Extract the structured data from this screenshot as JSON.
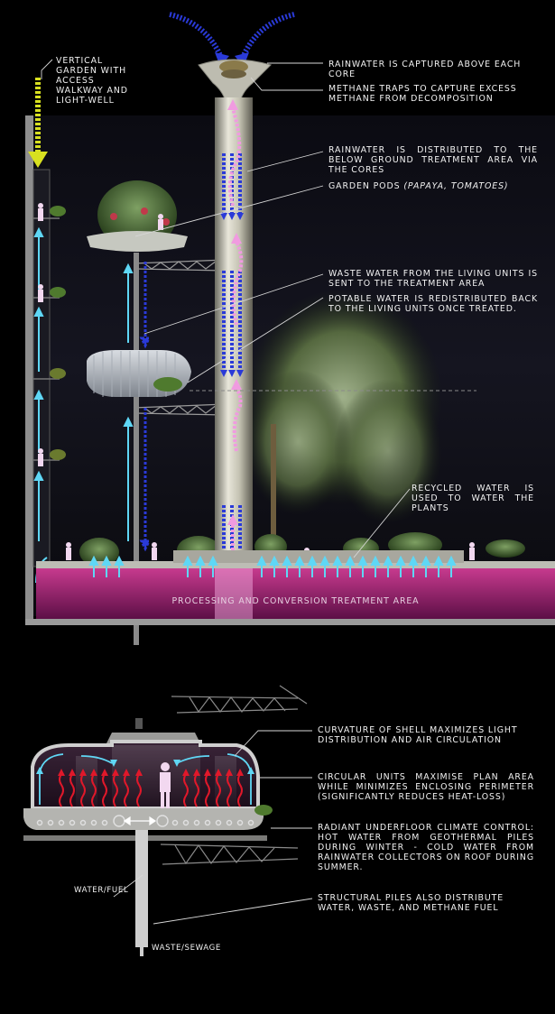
{
  "annotations_top": {
    "vertical_garden": "Vertical garden with access walkway and light-well",
    "rainwater_captured": "Rainwater is captured above each core",
    "methane_traps": "Methane traps to capture excess methane from decomposition",
    "rainwater_distributed": "Rainwater is distributed to the below ground treatment area via the cores",
    "garden_pods_prefix": "Garden pods ",
    "garden_pods_detail": "(papaya, tomatoes)",
    "waste_water": "Waste water from the living units is sent to the treatment area",
    "potable_water": "Potable water is redistributed back to the living units once treated.",
    "recycled_water": "Recycled water is used to water the plants",
    "processing_area": "Processing and conversion treatment area"
  },
  "annotations_bottom": {
    "curvature": "Curvature of shell maximizes light distribution and air circulation",
    "circular_units": "Circular units maximise plan area while minimizes enclosing perimeter (significantly reduces heat-loss)",
    "radiant": "Radiant underfloor climate control: hot water from geothermal piles during winter - cold water from rainwater collectors on roof during summer.",
    "water_fuel": "Water/Fuel",
    "waste_sewage": "Waste/Sewage",
    "structural_piles": "Structural piles also distribute water, waste, and methane fuel"
  },
  "colors": {
    "background": "#000000",
    "rain_arrow": "#2a3ad8",
    "methane_arrow": "#f09be0",
    "fresh_air_arrow": "#5fd7f5",
    "heat_arrow": "#e0182a",
    "treatment_pink": "#8a1a66",
    "garden_yellow": "#d8e020"
  }
}
